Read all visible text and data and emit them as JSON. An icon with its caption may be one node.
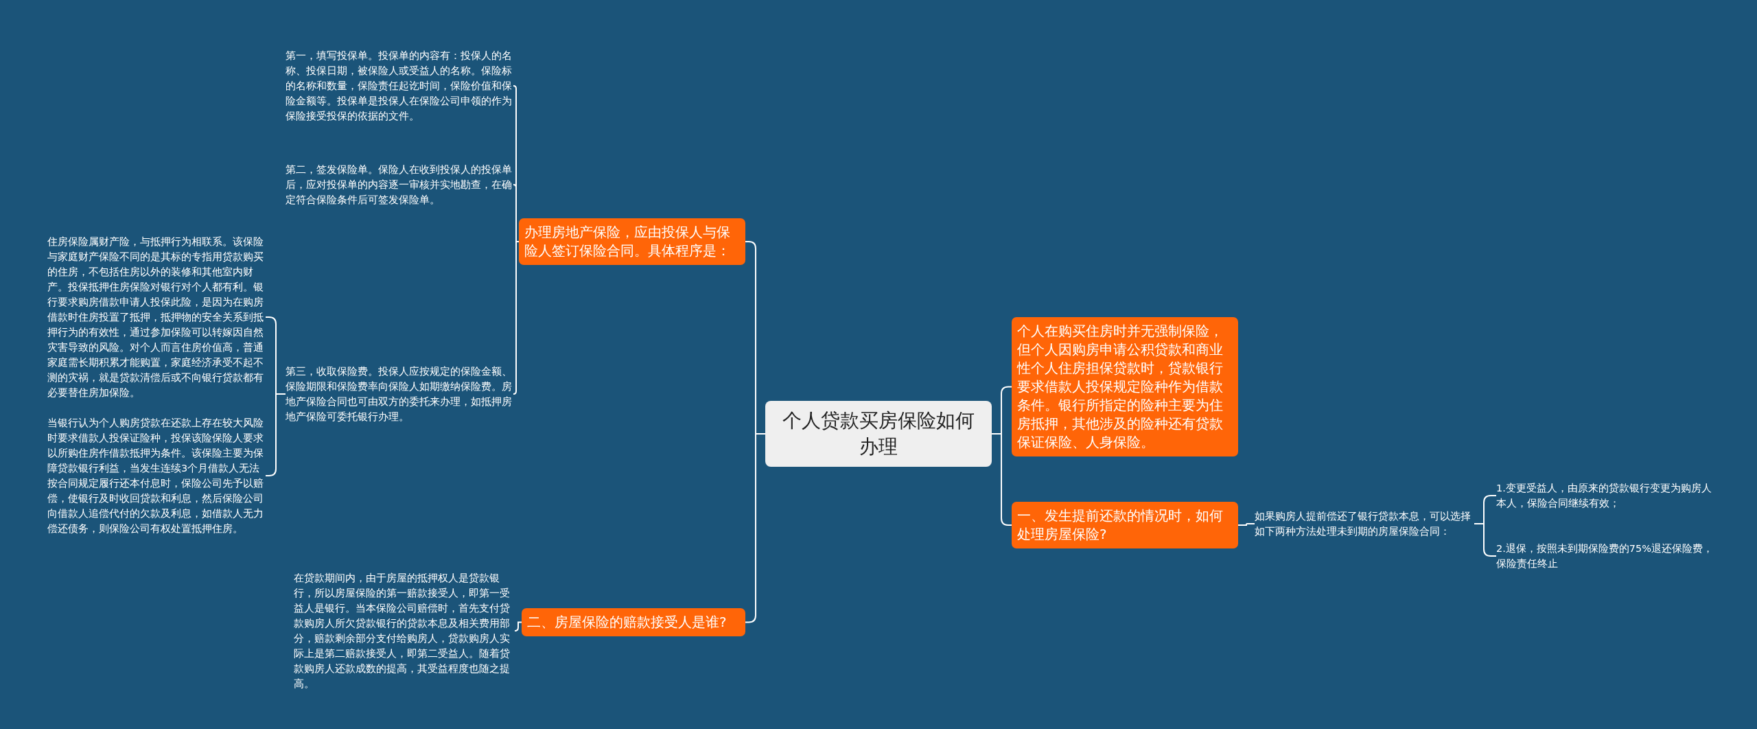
{
  "diagram": {
    "nodes": [
      {
        "text": [
          "个人贷款买房保险如何办理"
        ]
      },
      {
        "text": [
          "办理房地产保险，应由投保人与保险人签订保险合同。具体程序是："
        ]
      },
      {
        "text": [
          "第一，填写投保单。投保单的内容有：投保人的名称、投保日期，被保险人或受益人的名称。保险标的名称和数量，保险责任起讫时间，保险价值和保险金额等。投保单是投保人在保险公司申领的作为保险接受投保的依据的文件。"
        ]
      },
      {
        "text": [
          "第二，签发保险单。保险人在收到投保人的投保单后，应对投保单的内容逐一审核并实地勘查，在确定符合保险条件后可签发保险单。"
        ]
      },
      {
        "text": [
          "第三，收取保险费。投保人应按规定的保险金额、保险期限和保险费率向保险人如期缴纳保险费。房地产保险合同也可由双方的委托来办理，如抵押房地产保险可委托银行办理。"
        ]
      },
      {
        "text": [
          "住房保险属财产险，与抵押行为相联系。该保险与家庭财产保险不同的是其标的专指用贷款购买的住房，不包括住房以外的装修和其他室内财产。投保抵押住房保险对银行对个人都有利。银行要求购房借款申请人投保此险，是因为在购房借款时住房投置了抵押，抵押物的安全关系到抵押行为的有效性，通过参加保险可以转嫁因自然灾害导致的风险。对个人而言住房价值高，普通家庭需长期积累才能购置，家庭经济承受不起不测的灾祸，就是贷款清偿后或不向银行贷款都有必要替住房加保险。"
        ]
      },
      {
        "text": [
          "当银行认为个人购房贷款在还款上存在较大风险时要求借款人投保证险种，投保该险保险人要求以所购住房作借款抵押为条件。该保险主要为保障贷款银行利益，当发生连续3个月借款人无法按合同规定履行还本付息时，保险公司先予以赔偿，使银行及时收回贷款和利息，然后保险公司向借款人追偿代付的欠款及利息，如借款人无力偿还债务，则保险公司有权处置抵押住房。"
        ]
      },
      {
        "text": [
          "二、房屋保险的赔款接受人是谁?"
        ]
      },
      {
        "text": [
          "在贷款期间内，由于房屋的抵押权人是贷款银行，所以房屋保险的第一赔款接受人，即第一受益人是银行。当本保险公司赔偿时，首先支付贷款购房人所欠贷款银行的贷款本息及相关费用部分，赔款剩余部分支付给购房人，贷款购房人实际上是第二赔款接受人，即第二受益人。随着贷款购房人还款成数的提高，其受益程度也随之提高。"
        ]
      },
      {
        "text": [
          "个人在购买住房时并无强制保险，但个人因购房申请公积贷款和商业性个人住房担保贷款时，贷款银行要求借款人投保规定险种作为借款条件。银行所指定的险种主要为住房抵押，其他涉及的险种还有贷款保证保险、人身保险。"
        ]
      },
      {
        "text": [
          "一、发生提前还款的情况时，如何处理房屋保险?"
        ]
      },
      {
        "text": [
          "如果购房人提前偿还了银行贷款本息，可以选择如下两种方法处理未到期的房屋保险合同："
        ]
      },
      {
        "text": [
          "1.变更受益人，由原来的贷款银行变更为购房人本人，保险合同继续有效；"
        ]
      },
      {
        "text": [
          "2.退保，按照未到期保险费的75%退还保险费，保险责任终止"
        ]
      }
    ],
    "edges": [
      {
        "from": 0,
        "to": 1,
        "arrow": "none"
      },
      {
        "from": 0,
        "to": 7,
        "arrow": "none"
      },
      {
        "from": 0,
        "to": 9,
        "arrow": "none"
      },
      {
        "from": 0,
        "to": 10,
        "arrow": "none"
      },
      {
        "from": 1,
        "to": 2,
        "arrow": "none"
      },
      {
        "from": 1,
        "to": 3,
        "arrow": "none"
      },
      {
        "from": 1,
        "to": 4,
        "arrow": "none"
      },
      {
        "from": 4,
        "to": 5,
        "arrow": "none"
      },
      {
        "from": 4,
        "to": 6,
        "arrow": "none"
      },
      {
        "from": 7,
        "to": 8,
        "arrow": "none"
      },
      {
        "from": 10,
        "to": 11,
        "arrow": "none"
      },
      {
        "from": 11,
        "to": 12,
        "arrow": "none"
      },
      {
        "from": 11,
        "to": 13,
        "arrow": "none"
      }
    ]
  }
}
